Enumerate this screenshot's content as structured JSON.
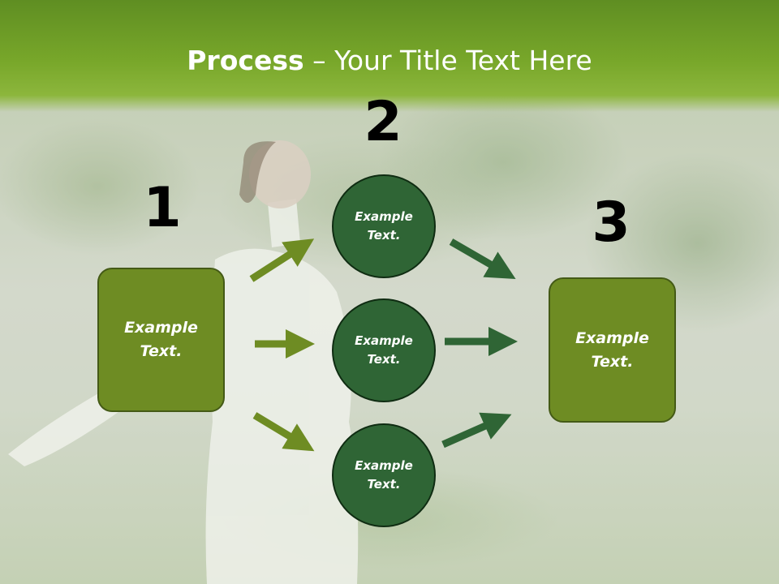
{
  "slide": {
    "title_bold": "Process",
    "title_rest": " – Your Title Text Here",
    "numbers": [
      "1",
      "2",
      "3"
    ],
    "left_box": {
      "text": "Example Text."
    },
    "circles": [
      {
        "text": "Example Text."
      },
      {
        "text": "Example Text."
      },
      {
        "text": "Example Text."
      }
    ],
    "right_box": {
      "text": "Example Text."
    }
  },
  "colors": {
    "title_band": "#78a72a",
    "box_fill": "#6e8c23",
    "circle_fill": "#2f6535",
    "arrow_light": "#6e8c23",
    "arrow_dark": "#2f6535"
  }
}
